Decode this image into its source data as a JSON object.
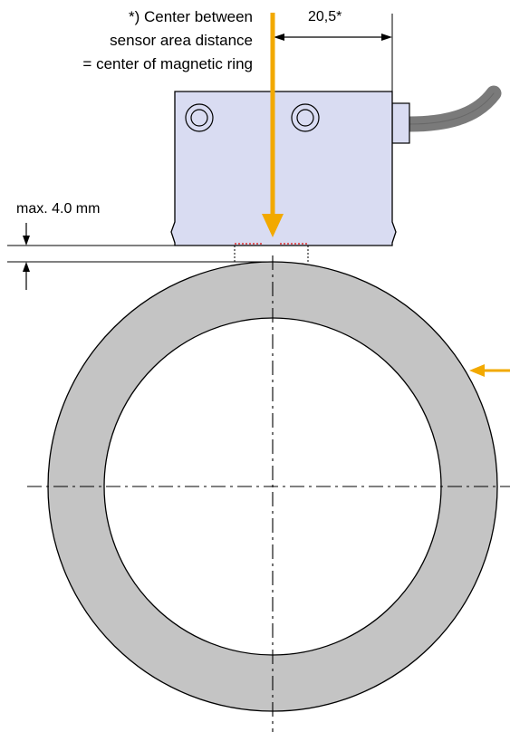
{
  "note": {
    "line1": "*) Center between",
    "line2": "sensor area distance",
    "line3": "= center of magnetic ring"
  },
  "dimensions": {
    "center_offset": "20,5*",
    "max_gap": "max. 4.0 mm"
  },
  "colors": {
    "sensor_fill": "#d9dcf2",
    "ring_fill": "#c4c4c4",
    "cable": "#7a7a7a",
    "arrow": "#f2a900",
    "sensor_area": "#e03030"
  }
}
